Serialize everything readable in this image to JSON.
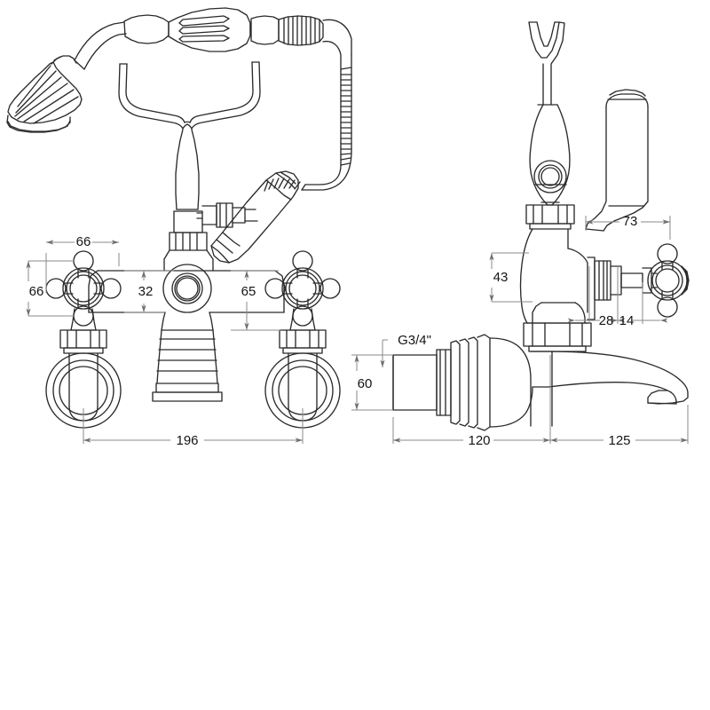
{
  "drawing": {
    "title": "Bath Shower Mixer Tap Dimensional Drawing",
    "units": "mm",
    "background_color": "#ffffff",
    "outline_color": "#2b2b2b",
    "dimension_line_color": "#808080",
    "text_color": "#151515"
  },
  "views": {
    "front": {
      "name": "front-elevation",
      "description": "Front view of wall mounted bath shower mixer with two cross-head handles, central spout body and shower handset on coiled hose"
    },
    "side": {
      "name": "side-elevation",
      "description": "Side view of bath shower mixer showing valve body, lever handle, cross-head handle and curved spout"
    }
  },
  "dimensions": {
    "front": [
      {
        "id": "d-66-top",
        "label": "66",
        "orientation": "horizontal",
        "note": "handle centre to body centre"
      },
      {
        "id": "d-66-left",
        "label": "66",
        "orientation": "vertical",
        "note": "cross-head handle height"
      },
      {
        "id": "d-32",
        "label": "32",
        "orientation": "vertical",
        "note": "body top to spout centre"
      },
      {
        "id": "d-65",
        "label": "65",
        "orientation": "vertical",
        "note": "body top to body shoulder"
      },
      {
        "id": "d-196",
        "label": "196",
        "orientation": "horizontal",
        "note": "handle centre to handle centre"
      }
    ],
    "side": [
      {
        "id": "d-73",
        "label": "73",
        "orientation": "horizontal",
        "note": "lever handle projection"
      },
      {
        "id": "d-43",
        "label": "43",
        "orientation": "vertical",
        "note": "valve body height"
      },
      {
        "id": "d-28",
        "label": "28",
        "orientation": "horizontal",
        "note": "body face to handle"
      },
      {
        "id": "d-14",
        "label": "14",
        "orientation": "horizontal",
        "note": "handle stem length"
      },
      {
        "id": "d-60",
        "label": "60",
        "orientation": "vertical",
        "note": "wall union height"
      },
      {
        "id": "d-120",
        "label": "120",
        "orientation": "horizontal",
        "note": "wall face to body centre"
      },
      {
        "id": "d-125",
        "label": "125",
        "orientation": "horizontal",
        "note": "body centre to spout outlet"
      }
    ],
    "callouts": [
      {
        "id": "c-thread",
        "label": "G3/4\"",
        "note": "inlet thread size"
      }
    ]
  },
  "labels": {
    "d66_top": "66",
    "d66_left": "66",
    "d32": "32",
    "d65": "65",
    "d196": "196",
    "d73": "73",
    "d43": "43",
    "d28": "28",
    "d14": "14",
    "d60": "60",
    "d120": "120",
    "d125": "125",
    "thread": "G3/4\""
  }
}
